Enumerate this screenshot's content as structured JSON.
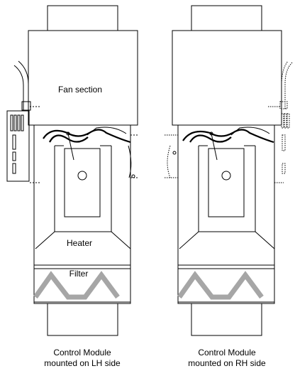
{
  "left_unit": {
    "labels": {
      "fan": "Fan section",
      "heater": "Heater",
      "filter": "Filter"
    },
    "caption": {
      "line1": "Control Module",
      "line2": "mounted on LH side"
    }
  },
  "right_unit": {
    "caption": {
      "line1": "Control Module",
      "line2": "mounted on RH side"
    }
  },
  "colors": {
    "line": "#000000",
    "filter_zigzag": "#a6a6a6",
    "background": "#ffffff"
  }
}
